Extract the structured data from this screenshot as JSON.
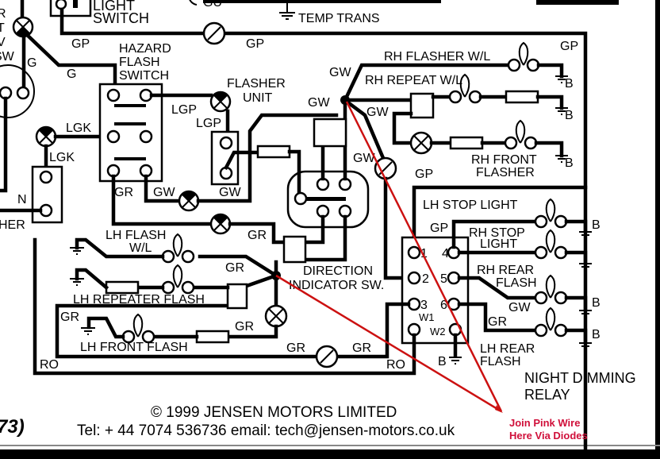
{
  "diagram": {
    "colors": {
      "wire": "#000000",
      "annotation": "#cc1111",
      "note_text": "#d0103a",
      "background": "#ffffff",
      "frame": "#000000"
    },
    "top_labels": {
      "light_switch": [
        "LIGHT",
        "SWITCH"
      ],
      "gu": "GU",
      "temp_trans": "TEMP TRANS",
      "left_partial": [
        "R",
        "T",
        "V",
        "SW"
      ],
      "gp_left": "GP",
      "gp_mid": "GP",
      "gp_right": "GP"
    },
    "components": {
      "hazard_switch": [
        "HAZARD",
        "FLASH",
        "SWITCH"
      ],
      "flasher_unit": [
        "FLASHER",
        "UNIT"
      ],
      "direction_indicator": [
        "DIRECTION",
        "INDICATOR SW."
      ],
      "night_dimming_relay": [
        "NIGHT DIMMING",
        "RELAY"
      ],
      "left_partial_bottom": "HER"
    },
    "wire_codes": {
      "g1": "G",
      "g2": "G",
      "lgk1": "LGK",
      "lgk2": "LGK",
      "n": "N",
      "lgp1": "LGP",
      "lgp2": "LGP",
      "gr_hazard": "GR",
      "gw_hazard": "GW",
      "gw_flasher": "GW",
      "gw_top1": "GW",
      "gw_top2": "GW",
      "gw_rep": "GW",
      "gw_side": "GW",
      "gp_relay": "GP",
      "gp_stop": "GP",
      "gr_dir": "GR",
      "gr_lh1": "GR",
      "gr_lh2": "GR",
      "gr_lh3": "GR",
      "gr_bottom1": "GR",
      "gr_bottom2": "GR",
      "ro_left": "RO",
      "ro_right": "RO",
      "gw_rear": "GW",
      "gr_rear": "GR"
    },
    "lamps_right": {
      "rh_flasher_wl": "RH FLASHER W/L",
      "rh_repeat_wl": "RH REPEAT W/L",
      "rh_front_flasher": [
        "RH FRONT",
        "FLASHER"
      ],
      "lh_stop_light": "LH STOP LIGHT",
      "rh_stop_light": [
        "RH STOP",
        "LIGHT"
      ],
      "rh_rear_flash": [
        "RH REAR",
        "FLASH"
      ],
      "lh_rear_flash": [
        "LH REAR",
        "FLASH"
      ]
    },
    "lamps_left": {
      "lh_flash_wl": [
        "LH FLASH",
        "W/L"
      ],
      "lh_repeater_flash": "LH REPEATER FLASH",
      "lh_front_flash": "LH FRONT FLASH"
    },
    "ground_labels": {
      "b": "B"
    },
    "relay_pins": [
      "1",
      "2",
      "3",
      "4",
      "5",
      "6",
      "W1",
      "W2"
    ],
    "annotation": [
      "Join Pink Wire",
      "Here Via Diodes"
    ],
    "footer": {
      "copyright": "© 1999 JENSEN MOTORS LIMITED",
      "contact": "Tel: + 44 7074 536736  email: tech@jensen-motors.co.uk",
      "partial_year": "73)"
    }
  }
}
